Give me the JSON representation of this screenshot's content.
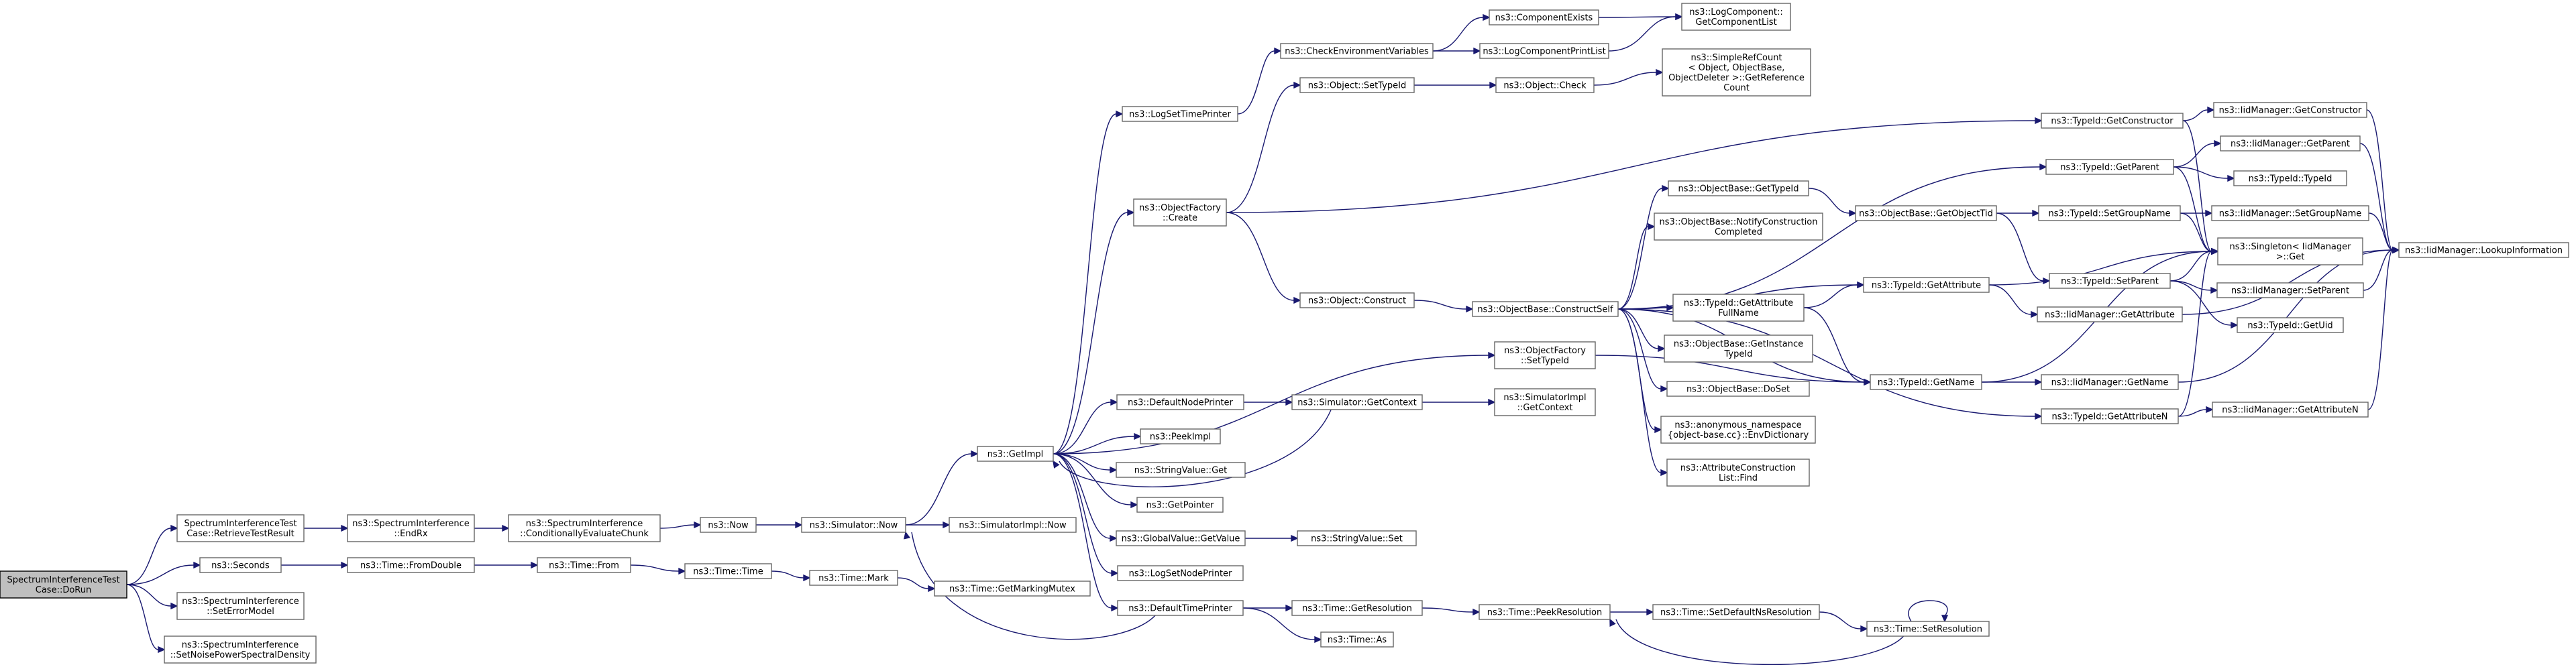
{
  "diagram": {
    "type": "call-graph",
    "nodes": [
      {
        "id": "root",
        "label": [
          "SpectrumInterferenceTest",
          "Case::DoRun"
        ],
        "root": true
      },
      {
        "id": "retrieve",
        "label": [
          "SpectrumInterferenceTest",
          "Case::RetrieveTestResult"
        ]
      },
      {
        "id": "seconds",
        "label": [
          "ns3::Seconds"
        ]
      },
      {
        "id": "seterrmodel",
        "label": [
          "ns3::SpectrumInterference",
          "::SetErrorModel"
        ]
      },
      {
        "id": "setnoise",
        "label": [
          "ns3::SpectrumInterference",
          "::SetNoisePowerSpectralDensity"
        ]
      },
      {
        "id": "endrx",
        "label": [
          "ns3::SpectrumInterference",
          "::EndRx"
        ]
      },
      {
        "id": "fromdouble",
        "label": [
          "ns3::Time::FromDouble"
        ]
      },
      {
        "id": "condeval",
        "label": [
          "ns3::SpectrumInterference",
          "::ConditionallyEvaluateChunk"
        ]
      },
      {
        "id": "timefrom",
        "label": [
          "ns3::Time::From"
        ]
      },
      {
        "id": "now",
        "label": [
          "ns3::Now"
        ]
      },
      {
        "id": "timetime",
        "label": [
          "ns3::Time::Time"
        ]
      },
      {
        "id": "simnow",
        "label": [
          "ns3::Simulator::Now"
        ]
      },
      {
        "id": "mark",
        "label": [
          "ns3::Time::Mark"
        ]
      },
      {
        "id": "implnow",
        "label": [
          "ns3::SimulatorImpl::Now"
        ]
      },
      {
        "id": "getmarkmutex",
        "label": [
          "ns3::Time::GetMarkingMutex"
        ]
      },
      {
        "id": "getimpl",
        "label": [
          "ns3::GetImpl"
        ]
      },
      {
        "id": "logsettime",
        "label": [
          "ns3::LogSetTimePrinter"
        ]
      },
      {
        "id": "objfactcreate",
        "label": [
          "ns3::ObjectFactory",
          "::Create"
        ]
      },
      {
        "id": "defnodeprinter",
        "label": [
          "ns3::DefaultNodePrinter"
        ]
      },
      {
        "id": "peekimpl",
        "label": [
          "ns3::PeekImpl"
        ]
      },
      {
        "id": "strvalget",
        "label": [
          "ns3::StringValue::Get"
        ]
      },
      {
        "id": "getpointer",
        "label": [
          "ns3::GetPointer"
        ]
      },
      {
        "id": "globalvalget",
        "label": [
          "ns3::GlobalValue::GetValue"
        ]
      },
      {
        "id": "logsetnode",
        "label": [
          "ns3::LogSetNodePrinter"
        ]
      },
      {
        "id": "deftimeprinter",
        "label": [
          "ns3::DefaultTimePrinter"
        ]
      },
      {
        "id": "checkenv",
        "label": [
          "ns3::CheckEnvironmentVariables"
        ]
      },
      {
        "id": "objsettypeid",
        "label": [
          "ns3::Object::SetTypeId"
        ]
      },
      {
        "id": "objconstruct",
        "label": [
          "ns3::Object::Construct"
        ]
      },
      {
        "id": "simgetcontext",
        "label": [
          "ns3::Simulator::GetContext"
        ]
      },
      {
        "id": "strvalset",
        "label": [
          "ns3::StringValue::Set"
        ]
      },
      {
        "id": "timegetres",
        "label": [
          "ns3::Time::GetResolution"
        ]
      },
      {
        "id": "timeas",
        "label": [
          "ns3::Time::As"
        ]
      },
      {
        "id": "compexists",
        "label": [
          "ns3::ComponentExists"
        ]
      },
      {
        "id": "logcompprint",
        "label": [
          "ns3::LogComponentPrintList"
        ]
      },
      {
        "id": "objcheck",
        "label": [
          "ns3::Object::Check"
        ]
      },
      {
        "id": "logcompget",
        "label": [
          "ns3::LogComponent::",
          "GetComponentList"
        ]
      },
      {
        "id": "simplerefcount",
        "label": [
          "ns3::SimpleRefCount",
          "< Object, ObjectBase,",
          "ObjectDeleter >::GetReference",
          "Count"
        ]
      },
      {
        "id": "constructself",
        "label": [
          "ns3::ObjectBase::ConstructSelf"
        ]
      },
      {
        "id": "ofsettypeid",
        "label": [
          "ns3::ObjectFactory",
          "::SetTypeId"
        ]
      },
      {
        "id": "implgetcontext",
        "label": [
          "ns3::SimulatorImpl",
          "::GetContext"
        ]
      },
      {
        "id": "peekres",
        "label": [
          "ns3::Time::PeekResolution"
        ]
      },
      {
        "id": "obgettypeid",
        "label": [
          "ns3::ObjectBase::GetTypeId"
        ]
      },
      {
        "id": "obnotify",
        "label": [
          "ns3::ObjectBase::NotifyConstruction",
          "Completed"
        ]
      },
      {
        "id": "tidgetattrfull",
        "label": [
          "ns3::TypeId::GetAttribute",
          "FullName"
        ]
      },
      {
        "id": "obgetinst",
        "label": [
          "ns3::ObjectBase::GetInstance",
          "TypeId"
        ]
      },
      {
        "id": "obdoset",
        "label": [
          "ns3::ObjectBase::DoSet"
        ]
      },
      {
        "id": "anonenv",
        "label": [
          "ns3::anonymous_namespace",
          "{object-base.cc}::EnvDictionary"
        ]
      },
      {
        "id": "attrfind",
        "label": [
          "ns3::AttributeConstruction",
          "List::Find"
        ]
      },
      {
        "id": "setdefres",
        "label": [
          "ns3::Time::SetDefaultNsResolution"
        ]
      },
      {
        "id": "setres",
        "label": [
          "ns3::Time::SetResolution"
        ]
      },
      {
        "id": "obgetobjtid",
        "label": [
          "ns3::ObjectBase::GetObjectTid"
        ]
      },
      {
        "id": "tidgetattr",
        "label": [
          "ns3::TypeId::GetAttribute"
        ]
      },
      {
        "id": "tidgetname",
        "label": [
          "ns3::TypeId::GetName"
        ]
      },
      {
        "id": "tidgetctor",
        "label": [
          "ns3::TypeId::GetConstructor"
        ]
      },
      {
        "id": "tidgetparent",
        "label": [
          "ns3::TypeId::GetParent"
        ]
      },
      {
        "id": "tidsetgroup",
        "label": [
          "ns3::TypeId::SetGroupName"
        ]
      },
      {
        "id": "tidsetparent",
        "label": [
          "ns3::TypeId::SetParent"
        ]
      },
      {
        "id": "iidgetattr",
        "label": [
          "ns3::IidManager::GetAttribute"
        ]
      },
      {
        "id": "iidgetname",
        "label": [
          "ns3::IidManager::GetName"
        ]
      },
      {
        "id": "tidgetattrn",
        "label": [
          "ns3::TypeId::GetAttributeN"
        ]
      },
      {
        "id": "iidgetctor",
        "label": [
          "ns3::IidManager::GetConstructor"
        ]
      },
      {
        "id": "iidgetparent",
        "label": [
          "ns3::IidManager::GetParent"
        ]
      },
      {
        "id": "tidtypeid",
        "label": [
          "ns3::TypeId::TypeId"
        ]
      },
      {
        "id": "iidsetgroup",
        "label": [
          "ns3::IidManager::SetGroupName"
        ]
      },
      {
        "id": "singletonget",
        "label": [
          "ns3::Singleton< IidManager",
          ">::Get"
        ]
      },
      {
        "id": "iidsetparent",
        "label": [
          "ns3::IidManager::SetParent"
        ]
      },
      {
        "id": "tidgetuid",
        "label": [
          "ns3::TypeId::GetUid"
        ]
      },
      {
        "id": "iidgetattrn",
        "label": [
          "ns3::IidManager::GetAttributeN"
        ]
      },
      {
        "id": "iidlookup",
        "label": [
          "ns3::IidManager::LookupInformation"
        ]
      }
    ],
    "edges": [
      [
        "root",
        "retrieve"
      ],
      [
        "root",
        "seconds"
      ],
      [
        "root",
        "seterrmodel"
      ],
      [
        "root",
        "setnoise"
      ],
      [
        "retrieve",
        "endrx"
      ],
      [
        "endrx",
        "condeval"
      ],
      [
        "condeval",
        "now"
      ],
      [
        "now",
        "simnow"
      ],
      [
        "seconds",
        "fromdouble"
      ],
      [
        "fromdouble",
        "timefrom"
      ],
      [
        "timefrom",
        "timetime"
      ],
      [
        "timetime",
        "mark"
      ],
      [
        "mark",
        "getmarkmutex"
      ],
      [
        "simnow",
        "getimpl"
      ],
      [
        "simnow",
        "implnow"
      ],
      [
        "getimpl",
        "logsettime"
      ],
      [
        "getimpl",
        "objfactcreate"
      ],
      [
        "getimpl",
        "defnodeprinter"
      ],
      [
        "getimpl",
        "peekimpl"
      ],
      [
        "getimpl",
        "strvalget"
      ],
      [
        "getimpl",
        "getpointer"
      ],
      [
        "getimpl",
        "globalvalget"
      ],
      [
        "getimpl",
        "logsetnode"
      ],
      [
        "getimpl",
        "deftimeprinter"
      ],
      [
        "getimpl",
        "ofsettypeid"
      ],
      [
        "logsettime",
        "checkenv"
      ],
      [
        "checkenv",
        "compexists"
      ],
      [
        "checkenv",
        "logcompprint"
      ],
      [
        "compexists",
        "logcompget"
      ],
      [
        "logcompprint",
        "logcompget"
      ],
      [
        "objfactcreate",
        "objsettypeid"
      ],
      [
        "objfactcreate",
        "objconstruct"
      ],
      [
        "objfactcreate",
        "tidgetctor"
      ],
      [
        "objsettypeid",
        "objcheck"
      ],
      [
        "objcheck",
        "simplerefcount"
      ],
      [
        "objconstruct",
        "constructself"
      ],
      [
        "defnodeprinter",
        "simgetcontext"
      ],
      [
        "simgetcontext",
        "implgetcontext"
      ],
      [
        "simgetcontext",
        "getimpl"
      ],
      [
        "globalvalget",
        "strvalset"
      ],
      [
        "deftimeprinter",
        "timegetres"
      ],
      [
        "deftimeprinter",
        "timeas"
      ],
      [
        "deftimeprinter",
        "simnow"
      ],
      [
        "timegetres",
        "peekres"
      ],
      [
        "peekres",
        "setdefres"
      ],
      [
        "setdefres",
        "setres"
      ],
      [
        "setres",
        "setres"
      ],
      [
        "setres",
        "peekres"
      ],
      [
        "constructself",
        "obgettypeid"
      ],
      [
        "constructself",
        "obnotify"
      ],
      [
        "constructself",
        "tidgetattrfull"
      ],
      [
        "constructself",
        "obgetinst"
      ],
      [
        "constructself",
        "obdoset"
      ],
      [
        "constructself",
        "anonenv"
      ],
      [
        "constructself",
        "attrfind"
      ],
      [
        "constructself",
        "tidgetattr"
      ],
      [
        "constructself",
        "tidgetname"
      ],
      [
        "constructself",
        "tidgetparent"
      ],
      [
        "constructself",
        "tidgetattrn"
      ],
      [
        "ofsettypeid",
        "tidgetname"
      ],
      [
        "obgettypeid",
        "obgetobjtid"
      ],
      [
        "obgetobjtid",
        "tidsetgroup"
      ],
      [
        "obgetobjtid",
        "tidsetparent"
      ],
      [
        "tidgetattrfull",
        "tidgetattr"
      ],
      [
        "tidgetattrfull",
        "tidgetname"
      ],
      [
        "tidgetattr",
        "iidgetattr"
      ],
      [
        "tidgetattr",
        "singletonget"
      ],
      [
        "tidgetname",
        "iidgetname"
      ],
      [
        "tidgetname",
        "singletonget"
      ],
      [
        "tidgetctor",
        "iidgetctor"
      ],
      [
        "tidgetctor",
        "singletonget"
      ],
      [
        "tidgetparent",
        "iidgetparent"
      ],
      [
        "tidgetparent",
        "tidtypeid"
      ],
      [
        "tidgetparent",
        "singletonget"
      ],
      [
        "tidsetgroup",
        "iidsetgroup"
      ],
      [
        "tidsetgroup",
        "singletonget"
      ],
      [
        "tidsetparent",
        "iidsetparent"
      ],
      [
        "tidsetparent",
        "tidgetuid"
      ],
      [
        "tidsetparent",
        "singletonget"
      ],
      [
        "tidgetattrn",
        "iidgetattrn"
      ],
      [
        "tidgetattrn",
        "singletonget"
      ],
      [
        "iidgetattr",
        "iidlookup"
      ],
      [
        "iidgetname",
        "iidlookup"
      ],
      [
        "iidgetctor",
        "iidlookup"
      ],
      [
        "iidgetparent",
        "iidlookup"
      ],
      [
        "iidsetgroup",
        "iidlookup"
      ],
      [
        "iidsetparent",
        "iidlookup"
      ],
      [
        "iidgetattrn",
        "iidlookup"
      ]
    ]
  }
}
